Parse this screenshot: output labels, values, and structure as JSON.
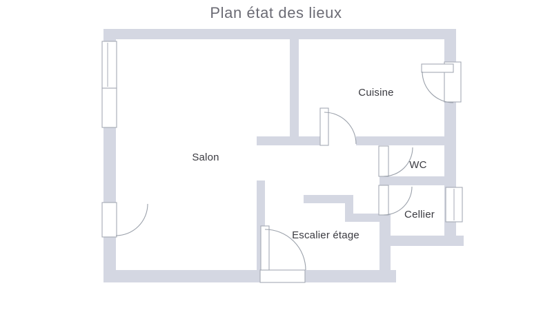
{
  "title": "Plan état des lieux",
  "rooms": {
    "salon": {
      "label": "Salon"
    },
    "cuisine": {
      "label": "Cuisine"
    },
    "wc": {
      "label": "WC"
    },
    "cellier": {
      "label": "Cellier"
    },
    "escalier": {
      "label": "Escalier étage"
    }
  },
  "colors": {
    "wall": "#d4d7e2",
    "outline": "#a4a8b4",
    "arc": "#9aa0aa",
    "label_text": "#3a3a40",
    "title_text": "#6b6b74",
    "background": "#ffffff"
  }
}
